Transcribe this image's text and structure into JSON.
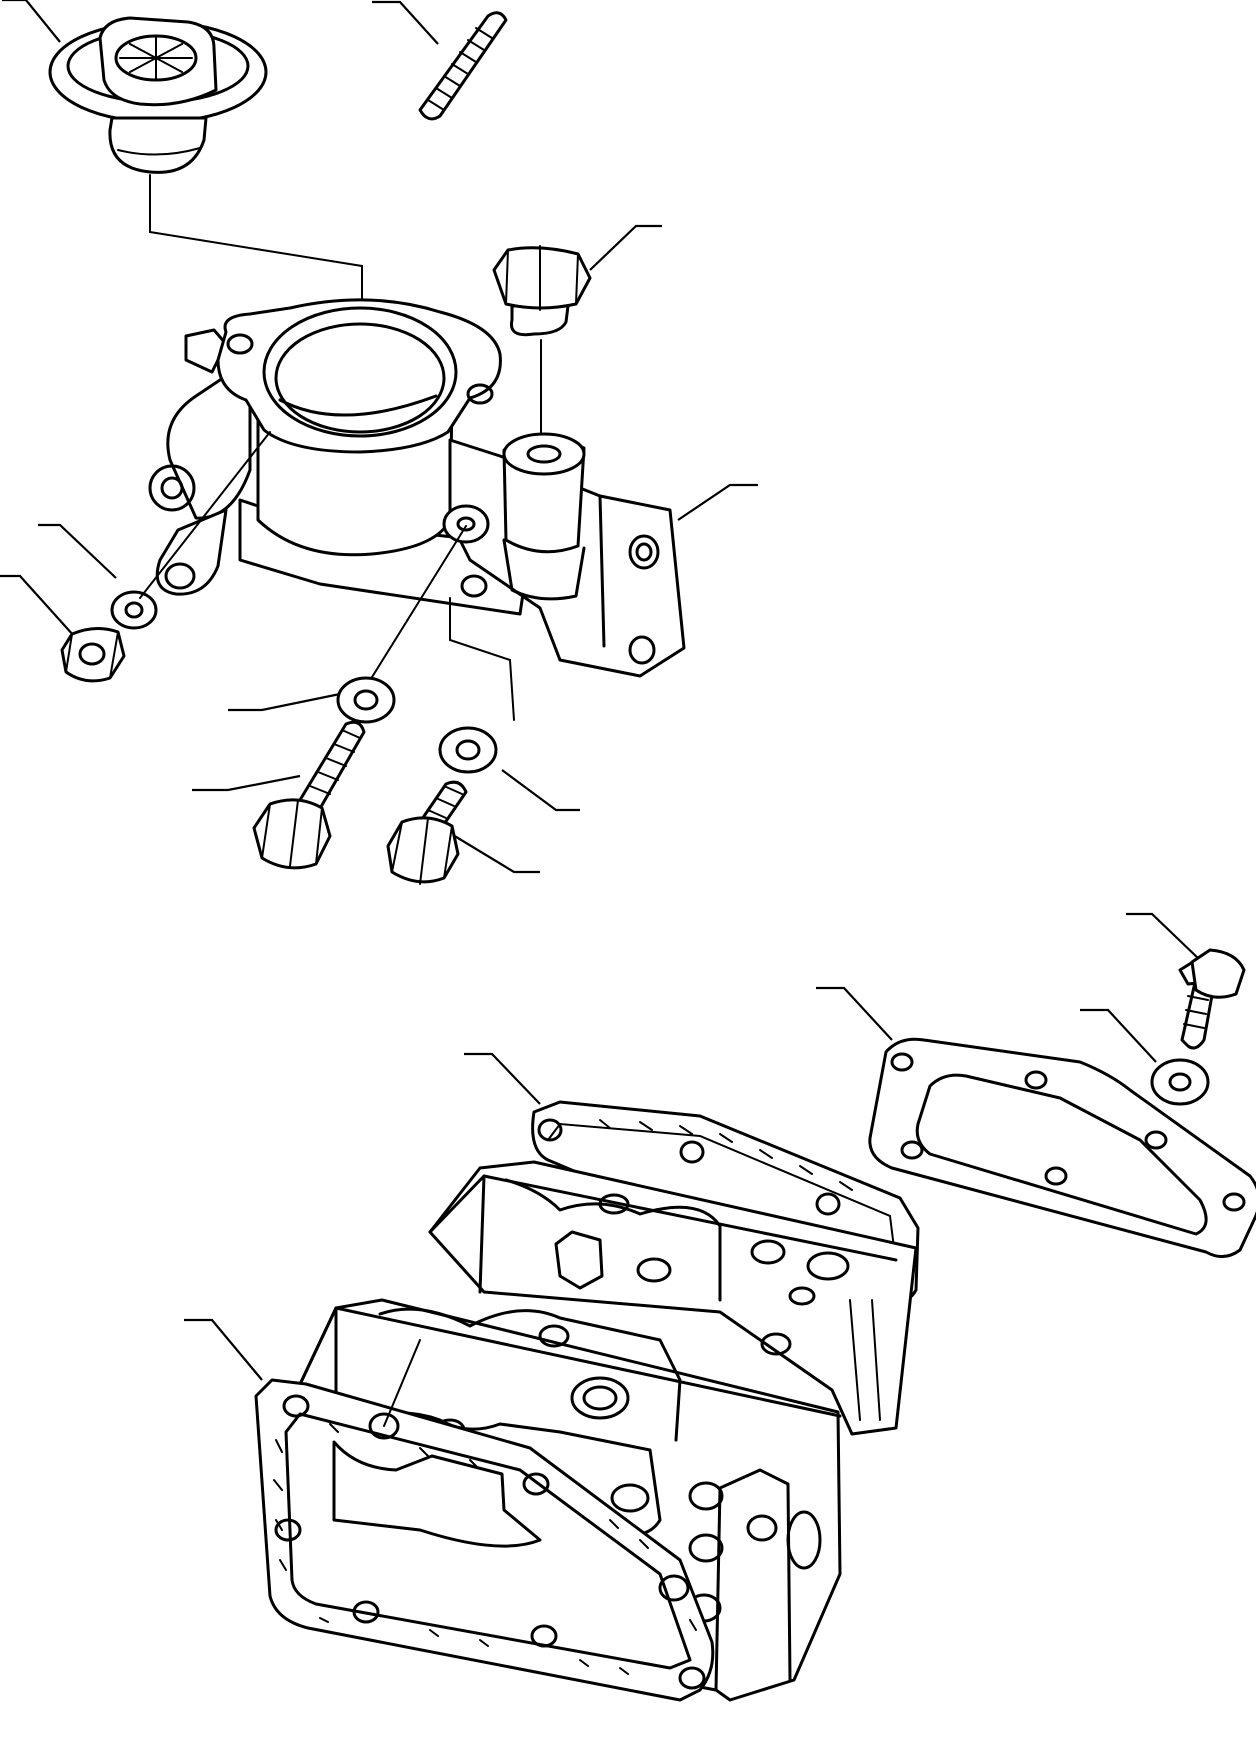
{
  "diagram": {
    "kind": "exploded parts illustration",
    "line_color": "#000000",
    "background": "#ffffff",
    "parts": [
      "thermostat",
      "stud",
      "plug",
      "thermostat-housing",
      "washer",
      "nut",
      "bolt",
      "gasket",
      "cover-plate",
      "cylinder-head-section"
    ]
  }
}
